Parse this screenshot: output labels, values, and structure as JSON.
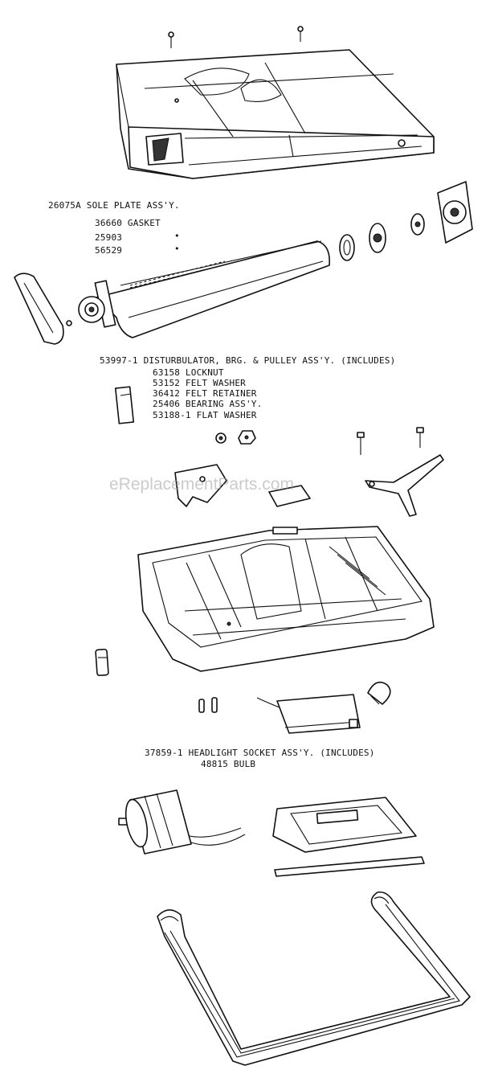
{
  "watermark": "eReplacementParts.com",
  "labels": {
    "sole_plate": "26075A SOLE PLATE ASS'Y.",
    "gasket": "36660 GASKET",
    "part_25903": "25903",
    "part_25903_dot": "•",
    "part_56529": "56529",
    "part_56529_dot": "•",
    "disturbulator": "53997-1 DISTURBULATOR, BRG. & PULLEY ASS'Y. (INCLUDES)",
    "locknut": "63158 LOCKNUT",
    "felt_washer": "53152 FELT WASHER",
    "felt_retainer": "36412 FELT RETAINER",
    "bearing": "25406 BEARING ASS'Y.",
    "flat_washer": "53188-1 FLAT WASHER",
    "headlight": "37859-1 HEADLIGHT SOCKET ASS'Y. (INCLUDES)",
    "bulb": "48815 BULB"
  }
}
